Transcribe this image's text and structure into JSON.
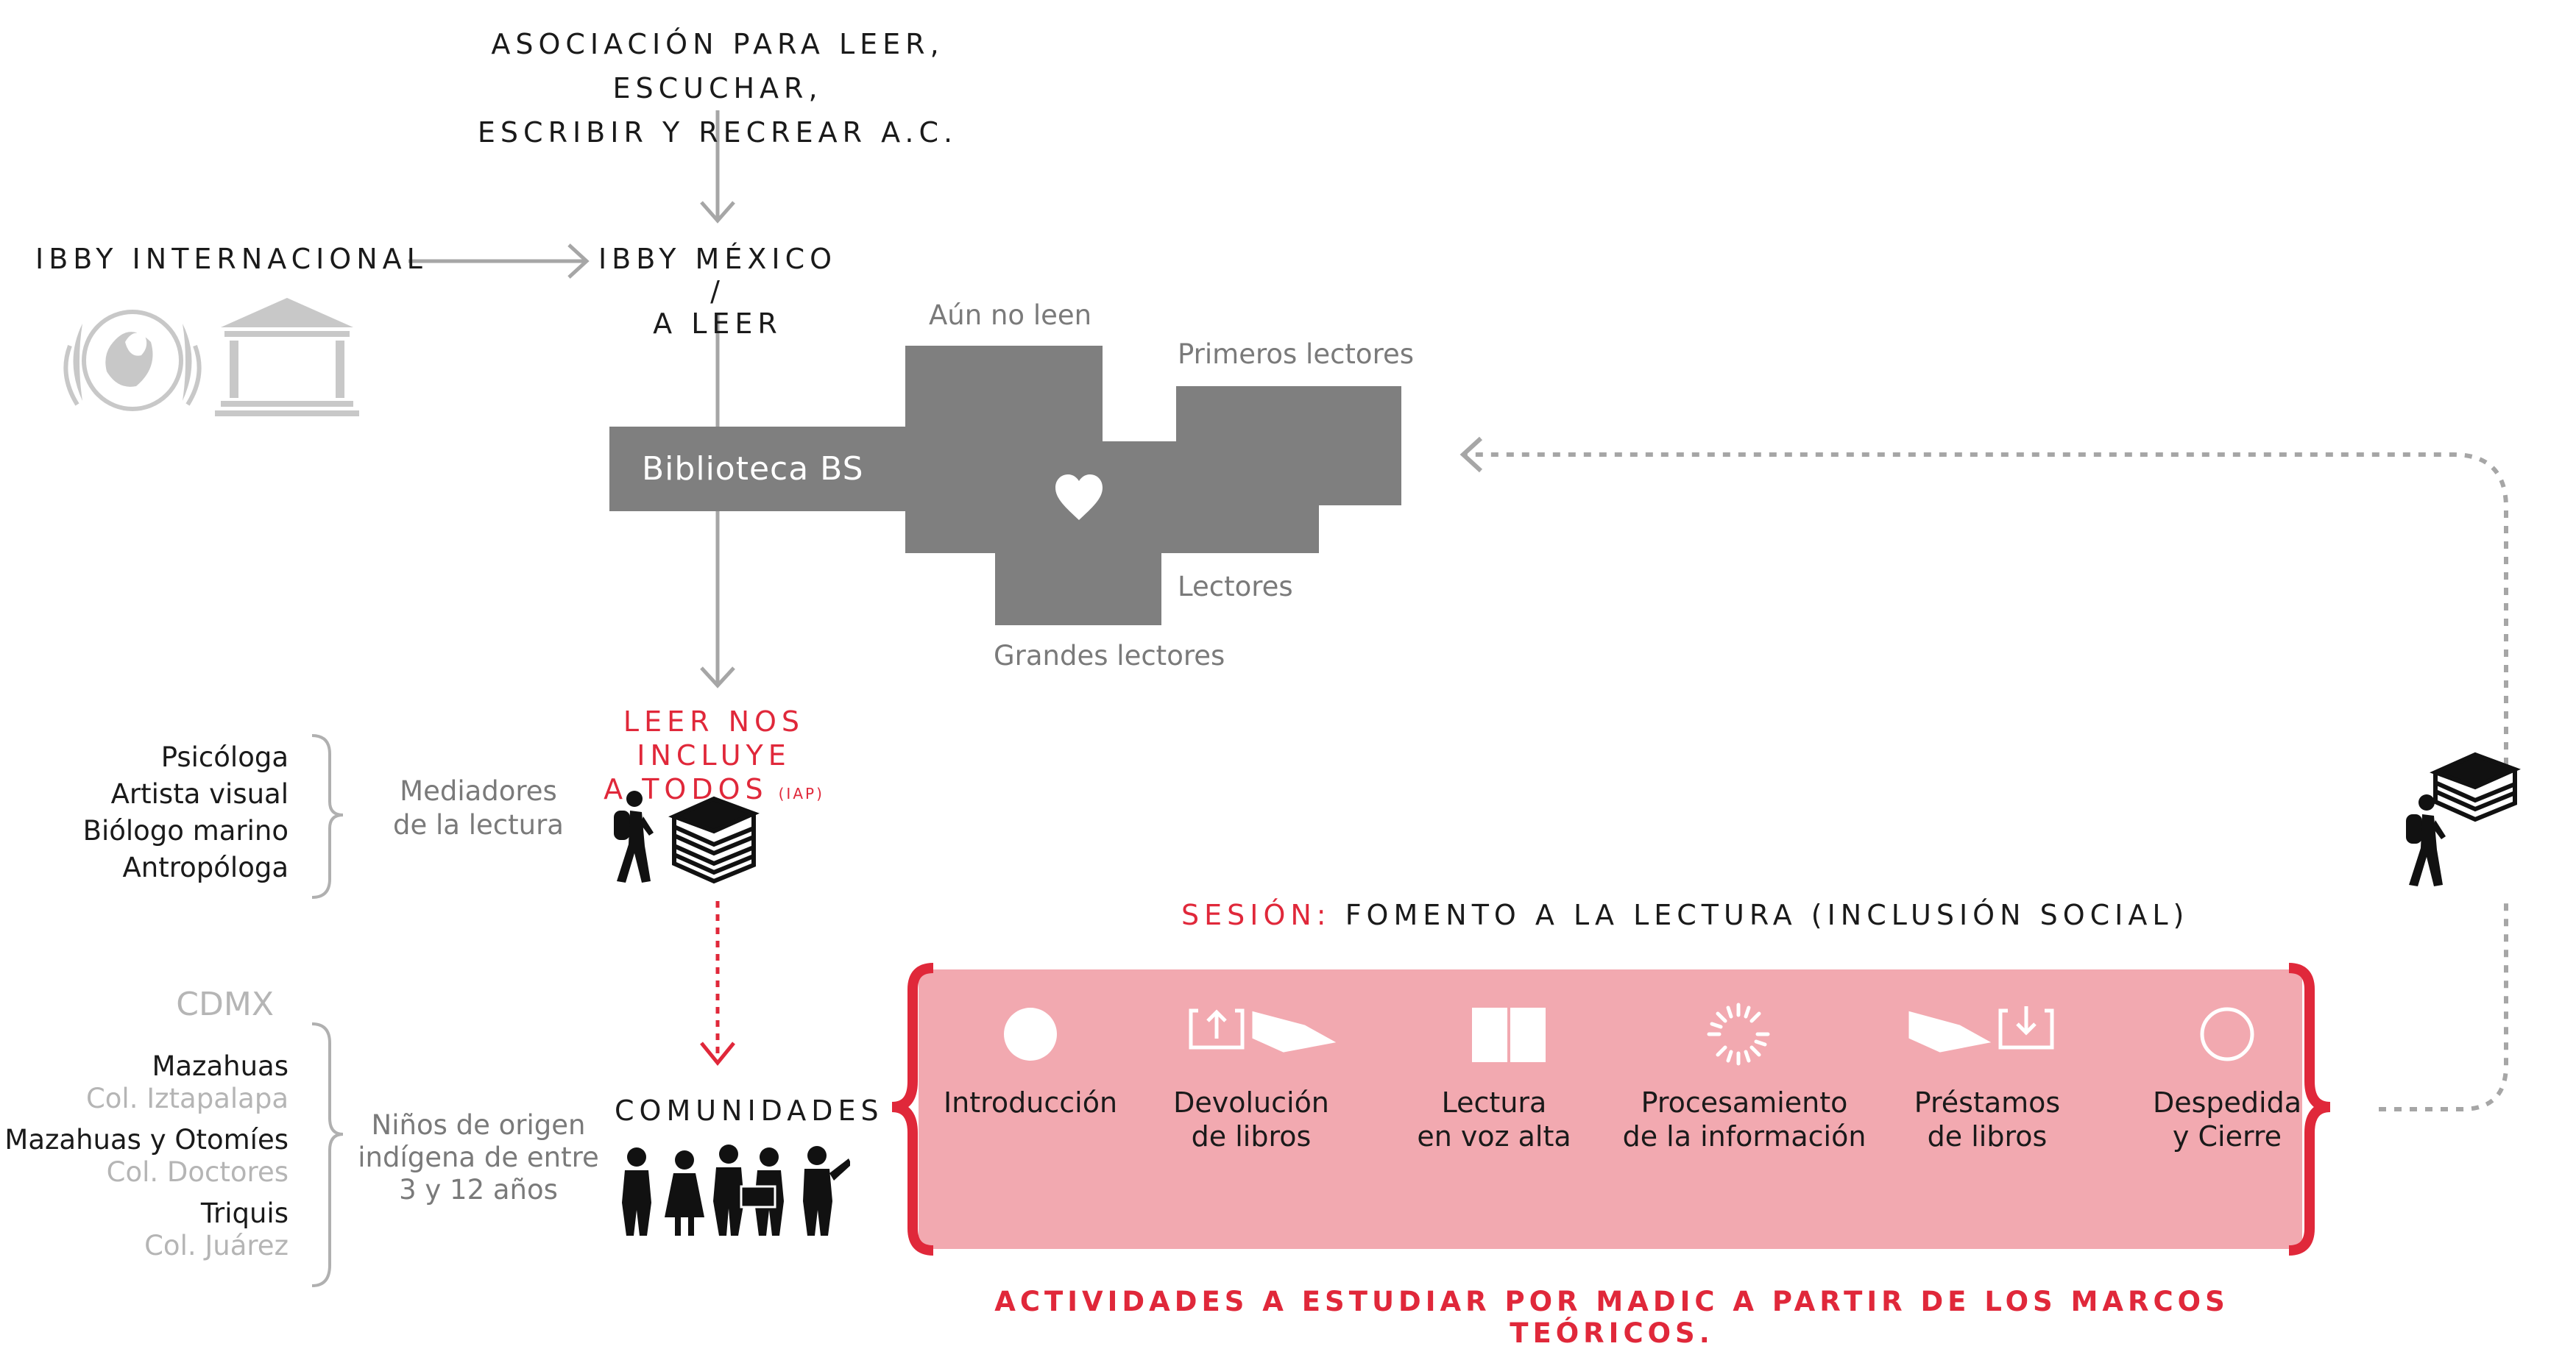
{
  "top_org": {
    "line1": "ASOCIACIÓN PARA LEER, ESCUCHAR,",
    "line2": "ESCRIBIR Y RECREAR A.C."
  },
  "ibby_internacional": "IBBY INTERNACIONAL",
  "ibby_mexico": {
    "line1": "IBBY MÉXICO /",
    "line2": "A LEER"
  },
  "logos": {
    "unicef": "unicef-emblem",
    "unesco": "UNESCO"
  },
  "biblioteca": "Biblioteca BS",
  "reader_levels": {
    "aun_no_leen": "Aún no leen",
    "primeros_lectores": "Primeros lectores",
    "lectores": "Lectores",
    "grandes_lectores": "Grandes lectores"
  },
  "program": {
    "line1": "LEER NOS INCLUYE",
    "line2": "A TODOS",
    "note": "(IAP)"
  },
  "mediators": {
    "roles": [
      "Psicóloga",
      "Artista visual",
      "Biólogo marino",
      "Antropóloga"
    ],
    "label_line1": "Mediadores",
    "label_line2": "de la lectura"
  },
  "communities": {
    "region": "CDMX",
    "groups": [
      {
        "name": "Mazahuas",
        "place": "Col. Iztapalapa"
      },
      {
        "name": "Mazahuas y Otomíes",
        "place": "Col. Doctores"
      },
      {
        "name": "Triquis",
        "place": "Col. Juárez"
      }
    ],
    "children_line1": "Niños de origen",
    "children_line2": "indígena de entre",
    "children_line3": "3 y 12 años",
    "title": "COMUNIDADES"
  },
  "session": {
    "prefix": "SESIÓN:",
    "title": "FOMENTO A LA LECTURA (INCLUSIÓN SOCIAL)"
  },
  "activities": [
    {
      "line1": "Introducción",
      "line2": "",
      "icon": "circle-icon"
    },
    {
      "line1": "Devolución",
      "line2": "de libros",
      "icon": "return-book-icon"
    },
    {
      "line1": "Lectura",
      "line2": "en voz alta",
      "icon": "open-book-icon"
    },
    {
      "line1": "Procesamiento",
      "line2": "de la información",
      "icon": "loading-icon"
    },
    {
      "line1": "Préstamos",
      "line2": "de libros",
      "icon": "lend-book-icon"
    },
    {
      "line1": "Despedida",
      "line2": "y Cierre",
      "icon": "ring-icon"
    }
  ],
  "footer": "ACTIVIDADES A ESTUDIAR POR MADIC A PARTIR DE LOS MARCOS TEÓRICOS.",
  "colors": {
    "gray_block": "#7f7f7f",
    "accent_red": "#e0283a",
    "pink_panel": "#f2a9b0",
    "arrow_gray": "#a6a6a6"
  }
}
